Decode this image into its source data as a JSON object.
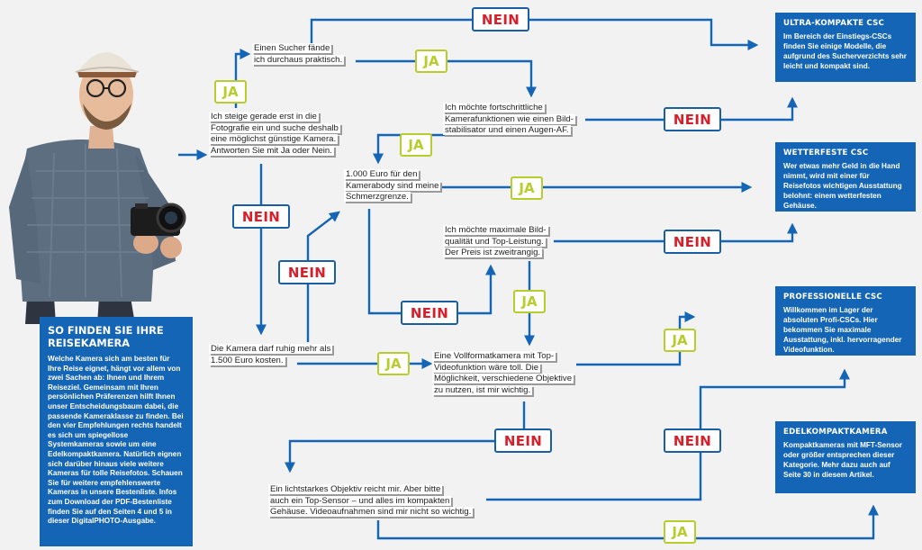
{
  "colors": {
    "accent_blue": "#1565b6",
    "ja_green": "#b8cc2c",
    "nein_red": "#d8202a",
    "background": "#f2f2f2"
  },
  "infobox": {
    "title_line1": "SO FINDEN SIE IHRE",
    "title_line2": "REISEKAMERA",
    "body": "Welche Kamera sich am besten für Ihre Reise eignet, hängt vor allem von zwei Sachen ab: Ihnen und Ihrem Reiseziel. Gemeinsam mit Ihren persönlichen Präferenzen hilft Ihnen unser Entscheidungsbaum dabei, die passende Kameraklasse zu finden. Bei den vier Empfehlungen rechts handelt es sich um spiegellose Systemkameras sowie um eine Edelkompaktkamera. Natürlich eignen sich darüber hinaus viele weitere Kameras für tolle Reisefotos. Schauen Sie für weitere empfehlenswerte Kameras in unsere Bestenliste. Infos zum Download der PDF-Bestenliste finden Sie auf den Seiten 4 und 5 in dieser DigitalPHOTO-Ausgabe."
  },
  "questions": {
    "start": [
      "Ich steige gerade erst in die",
      "Fotografie ein und suche deshalb",
      "eine möglichst günstige Kamera.",
      "Antworten Sie mit Ja oder Nein."
    ],
    "sucher": [
      "Einen Sucher fände",
      "ich durchaus praktisch."
    ],
    "fortschritt": [
      "Ich möchte fortschrittliche",
      "Kamerafunktionen wie einen Bild-",
      "stabilisator und einen Augen-AF."
    ],
    "budget1000": [
      "1.000 Euro für den",
      "Kamerabody sind meine",
      "Schmerzgrenze."
    ],
    "bildqualitaet": [
      "Ich möchte maximale Bild-",
      "qualität und Top-Leistung.",
      "Der Preis ist zweitrangig."
    ],
    "budget1500": [
      "Die Kamera darf ruhig mehr als",
      "1.500 Euro kosten."
    ],
    "vollformat": [
      "Eine Vollformatkamera mit Top-",
      "Videofunktion wäre toll. Die",
      "Möglichkeit, verschiedene Objektive",
      "zu nutzen, ist mir wichtig."
    ],
    "lichtstark": [
      "Ein lichtstarkes Objektiv reicht mir. Aber bitte",
      "auch ein Top-Sensor – und alles im kompakten",
      "Gehäuse. Videoaufnahmen sind mir nicht so wichtig."
    ]
  },
  "labels": {
    "ja": "JA",
    "nein": "NEIN"
  },
  "results": [
    {
      "title": "ULTRA-KOMPAKTE CSC",
      "text": "Im Bereich der Einstiegs-CSCs finden Sie einige Modelle, die aufgrund des Sucherverzichts sehr leicht und kompakt sind."
    },
    {
      "title": "WETTERFESTE CSC",
      "text": "Wer etwas mehr Geld in die Hand nimmt, wird mit einer für Reisefotos wichtigen Ausstattung belohnt: einem wetterfesten Gehäuse."
    },
    {
      "title": "PROFESSIONELLE CSC",
      "text": "Willkommen im Lager der absoluten Profi-CSCs. Hier bekommen Sie maximale Ausstattung, inkl. hervorragender Videofunktion."
    },
    {
      "title": "EDELKOMPAKTKAMERA",
      "text": "Kompaktkameras mit MFT-Sensor oder größer entsprechen dieser Kategorie. Mehr dazu auch auf Seite 30 in diesem Artikel."
    }
  ]
}
